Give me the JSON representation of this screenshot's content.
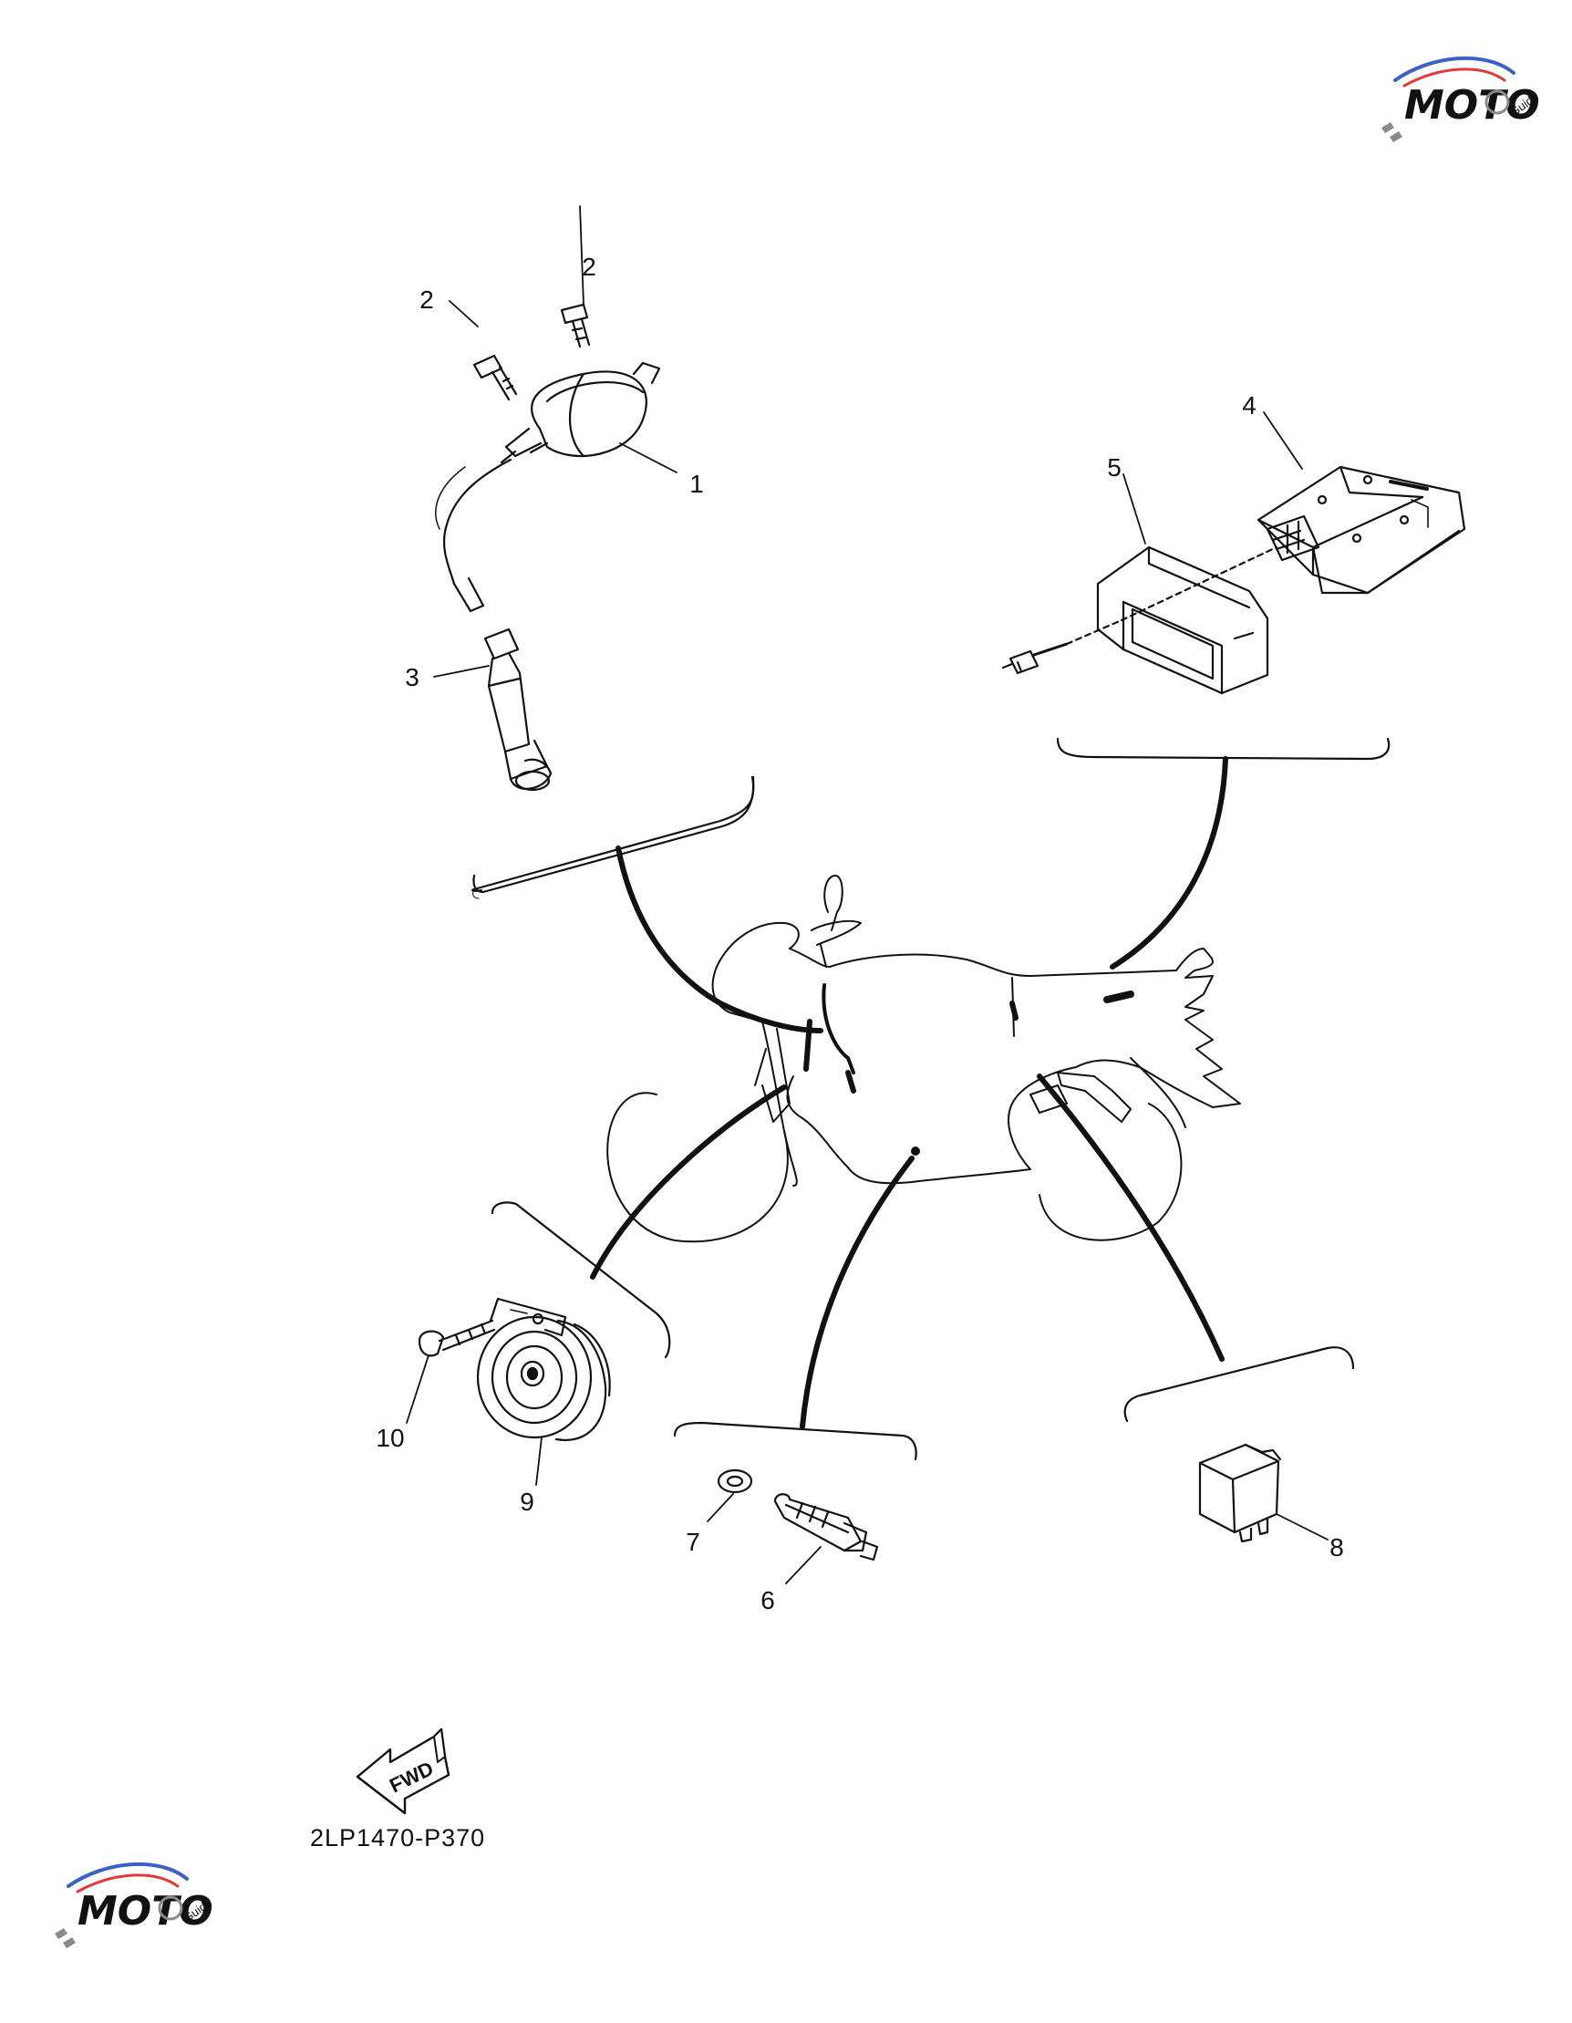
{
  "diagram": {
    "code": "2LP1470-P370",
    "fwd_label": "FWD",
    "part_labels": [
      "1",
      "2",
      "2",
      "3",
      "4",
      "5",
      "6",
      "7",
      "8",
      "9",
      "10"
    ]
  },
  "watermark": {
    "text": "MOTO",
    "subtext": "Guide"
  },
  "colors": {
    "ink": "#111111",
    "watermark_red": "#e03a3a",
    "watermark_blue": "#3c5fc8",
    "watermark_gray": "#8a8a8a"
  }
}
